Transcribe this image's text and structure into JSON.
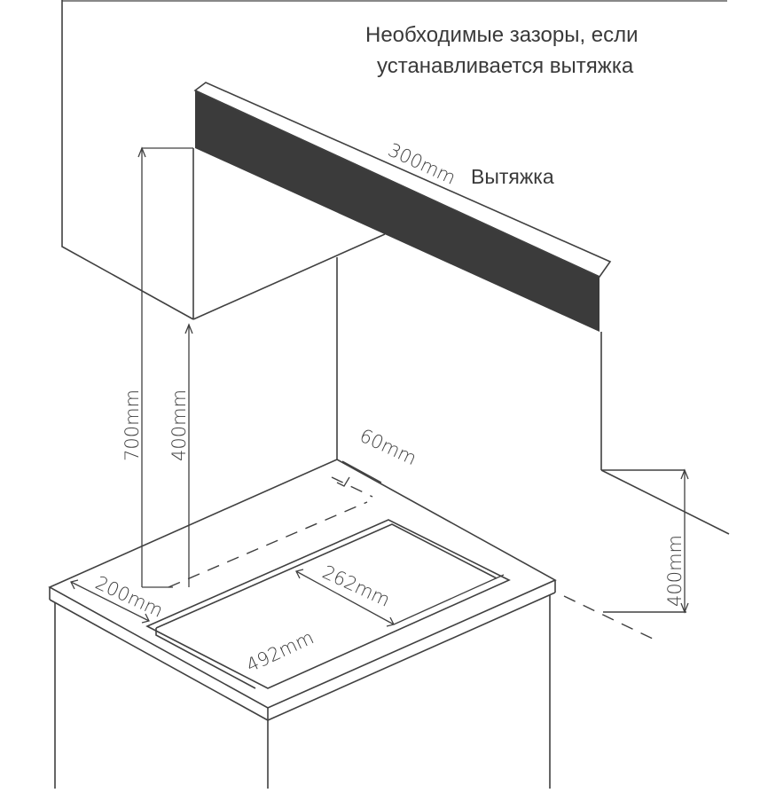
{
  "title": {
    "line1": "Необходимые зазоры, если",
    "line2": "устанавливается вытяжка"
  },
  "hood_label": "Вытяжка",
  "dimensions": {
    "hood_depth": "300mm",
    "height_to_hood_top": "700mm",
    "height_to_hood_bottom": "400mm",
    "back_gap": "60mm",
    "side_gap_left": "200mm",
    "cutout_depth": "262mm",
    "cutout_width": "492mm",
    "side_wall_height": "400mm"
  },
  "colors": {
    "hood_front": "#3b3b3b",
    "line": "#404040",
    "text": "#3a3a3a"
  }
}
